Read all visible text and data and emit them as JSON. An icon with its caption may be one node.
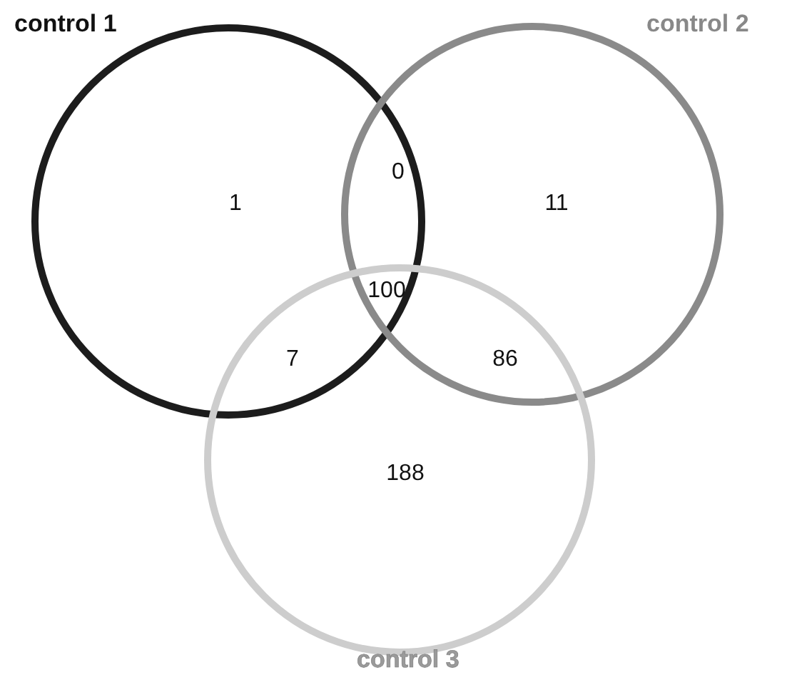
{
  "diagram": {
    "nodes": [
      {
        "text": [
          "control 1"
        ]
      },
      {
        "text": [
          "control 2"
        ]
      },
      {
        "text": [
          "control 3"
        ]
      }
    ],
    "labels": [
      "1",
      "0",
      "11",
      "100",
      "7",
      "86",
      "188"
    ]
  }
}
